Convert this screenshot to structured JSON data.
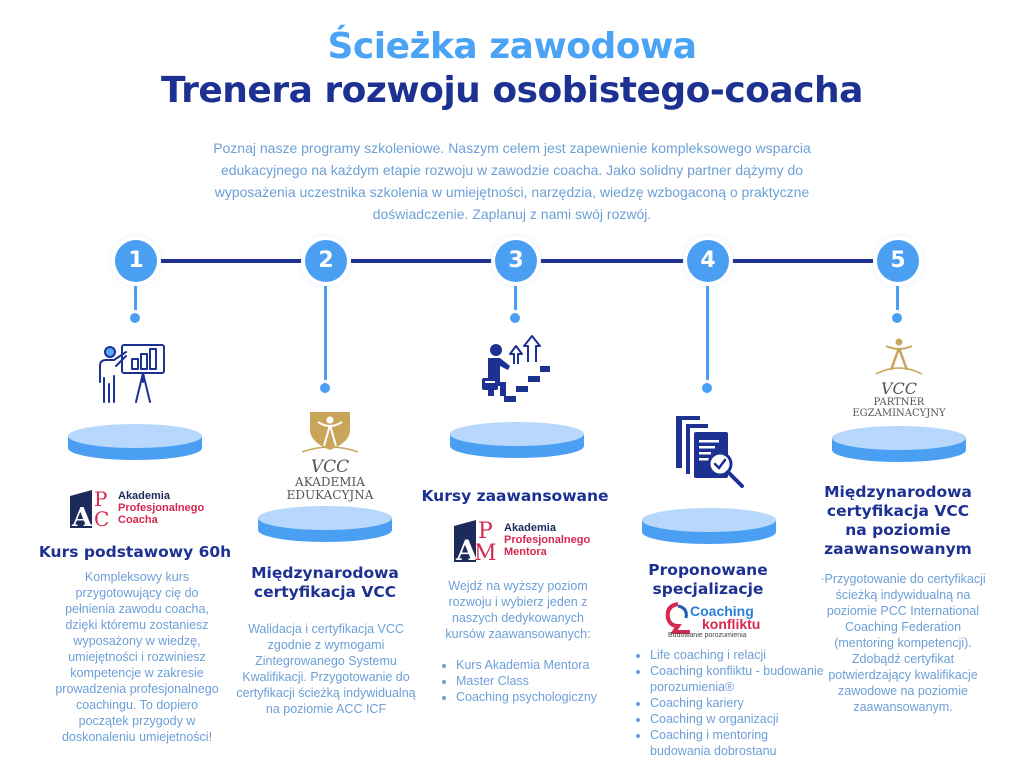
{
  "header": {
    "title_line1": "Ścieżka zawodowa",
    "title_line2": "Trenera rozwoju osobistego-coacha",
    "intro": "Poznaj nasze programy szkoleniowe. Naszym celem jest zapewnienie kompleksowego wsparcia edukacyjnego na każdym etapie rozwoju w zawodzie coacha. Jako solidny partner dążymy do wyposażenia uczestnika szkolenia w umiejętności, narzędzia, wiedzę wzbogaconą o praktyczne doświadczenie. Zaplanuj z nami swój rozwój."
  },
  "colors": {
    "title_light": "#4aa3f5",
    "title_dark": "#1d3192",
    "body_text": "#6c9fd6",
    "step_circle": "#4a9ff3",
    "timeline": "#1d3192",
    "logo_red": "#d62850",
    "vcc_gold": "#c9a55a"
  },
  "steps": [
    {
      "number": "1",
      "icon": "presentation-board-icon",
      "logo": {
        "l1": "Akademia",
        "l2": "Profesjonalnego",
        "l3": "Coacha",
        "mark_a": "A",
        "mark_b": "P",
        "mark_c": "C"
      },
      "title": "Kurs podstawowy 60h",
      "text": "Kompleksowy kurs przygotowujący cię do pełnienia zawodu coacha, dzięki któremu zostaniesz wyposażony w wiedzę, umiejętności i rozwiniesz kompetencje w zakresie prowadzenia profesjonalnego coachingu. To dopiero początek przygody w doskonaleniu umiejetności!"
    },
    {
      "number": "2",
      "logo": {
        "l1": "VCC",
        "l2": "AKADEMIA",
        "l3": "EDUKACYJNA"
      },
      "title": "Międzynarodowa certyfikacja  VCC",
      "text": "Walidacja i certyfikacja VCC zgodnie z wymogami Zintegrowanego Systemu Kwalifikacji. Przygotowanie do certyfikacji ścieżką indywidualną na poziomie ACC ICF"
    },
    {
      "number": "3",
      "icon": "career-stairs-icon",
      "title": "Kursy zaawansowane",
      "logo": {
        "l1": "Akademia",
        "l2": "Profesjonalnego",
        "l3": "Mentora",
        "mark_a": "A",
        "mark_b": "P",
        "mark_c": "M"
      },
      "text": "Wejdź na wyższy poziom rozwoju i wybierz jeden z naszych dedykowanych kursów zaawansowanych:",
      "list": [
        "Kurs Akademia Mentora",
        "Master Class",
        "Coaching psychologiczny"
      ]
    },
    {
      "number": "4",
      "icon": "documents-search-icon",
      "title": "Proponowane specjalizacje",
      "logo": {
        "l1": "Coaching",
        "l2": "konfliktu",
        "l3": "Budowanie porozumienia"
      },
      "list": [
        "Life coaching i relacji",
        "Coaching konfliktu - budowanie porozumienia®",
        "Coaching kariery",
        "Coaching w organizacji",
        "Coaching i mentoring budowania dobrostanu"
      ]
    },
    {
      "number": "5",
      "logo": {
        "l1": "VCC",
        "l2": "PARTNER",
        "l3": "EGZAMINACYJNY"
      },
      "title": "Międzynarodowa certyfikacja VCC na poziomie zaawansowanym",
      "text": "·Przygotowanie do certyfikacji ścieżką indywidualną na poziomie PCC International Coaching Federation (mentoring kompetencji). Zdobądź certyfikat potwierdzający kwalifikacje zawodowe na poziomie zaawansowanym."
    }
  ]
}
